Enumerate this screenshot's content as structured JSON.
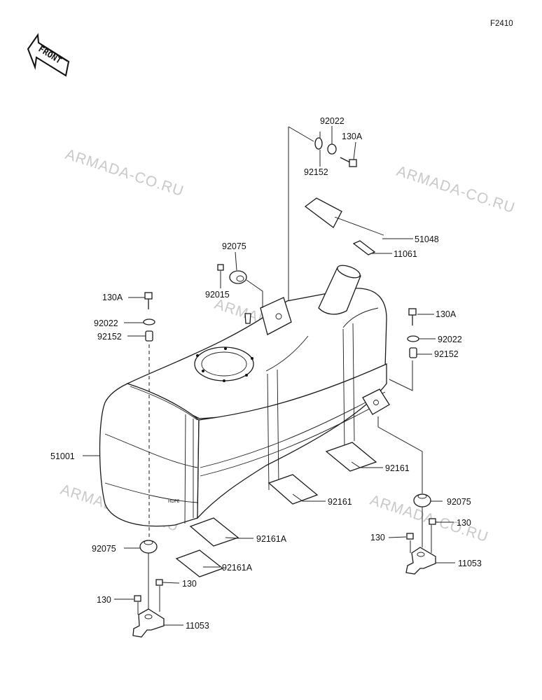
{
  "figure_code": "F2410",
  "front_label": "FRONT",
  "watermark": "ARMADA-CO.RU",
  "labels": {
    "p51001": "51001",
    "p51048": "51048",
    "p11061": "11061",
    "p92022_top": "92022",
    "p130A_top": "130A",
    "p92152_top": "92152",
    "p92075_top": "92075",
    "p92015": "92015",
    "p130A_left": "130A",
    "p92022_left": "92022",
    "p92152_left": "92152",
    "p130A_right": "130A",
    "p92022_right": "92022",
    "p92152_right": "92152",
    "p92161_a": "92161",
    "p92161_b": "92161",
    "p92161A_a": "92161A",
    "p92161A_b": "92161A",
    "p92075_right": "92075",
    "p130_right_a": "130",
    "p130_right_b": "130",
    "p11053_right": "11053",
    "p92075_left": "92075",
    "p130_left_a": "130",
    "p130_left_b": "130",
    "p11053_left": "11053"
  }
}
